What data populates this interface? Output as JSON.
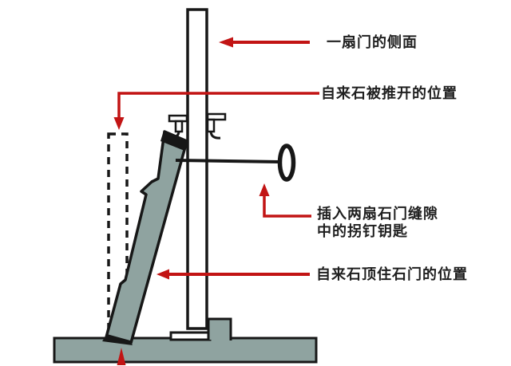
{
  "figure": {
    "colors": {
      "accent_red": "#c21414",
      "stone_fill": "#8fa3a0",
      "outline_black": "#171717",
      "background": "#ffffff"
    },
    "labels": {
      "door_side": "一扇门的侧面",
      "stone_pushed_open_position": "自来石被推开的位置",
      "key_inserted_line1": "插入两扇石门缝隙",
      "key_inserted_line2": "中的拐钉钥匙",
      "stone_bracing_door_position": "自来石顶住石门的位置"
    }
  }
}
